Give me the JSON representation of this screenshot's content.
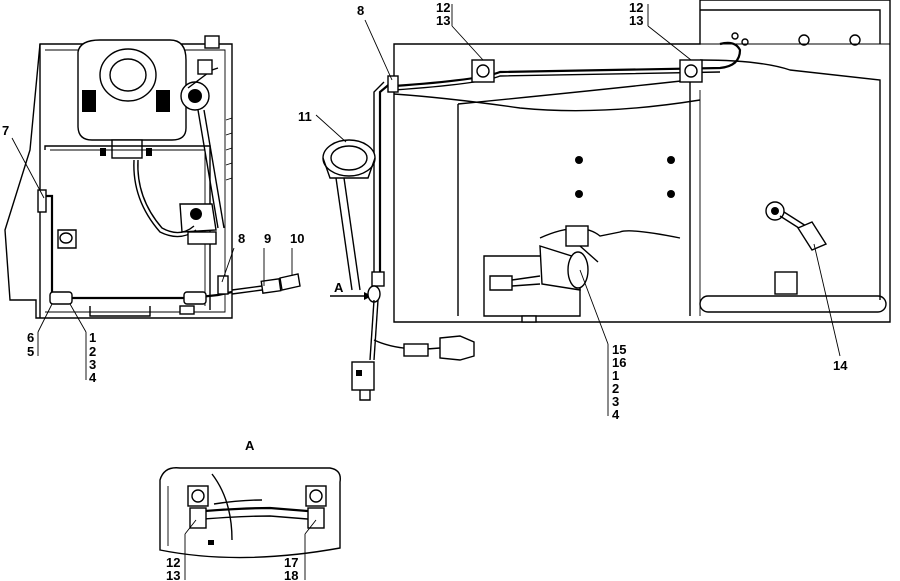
{
  "labels": {
    "left_view": {
      "c7": "7",
      "c8": "8",
      "c9": "9",
      "c10": "10",
      "c6": "6",
      "c5": "5",
      "c1": "1",
      "c2": "2",
      "c3": "3",
      "c4": "4"
    },
    "right_view": {
      "c8": "8",
      "c12a": "12",
      "c13a": "13",
      "c12b": "12",
      "c13b": "13",
      "c11": "11",
      "c14": "14",
      "c15": "15",
      "c16": "16",
      "c1": "1",
      "c2": "2",
      "c3": "3",
      "c4": "4",
      "arrow_a": "A"
    },
    "detail_view": {
      "title": "A",
      "c12": "12",
      "c13": "13",
      "c17": "17",
      "c18": "18"
    }
  }
}
